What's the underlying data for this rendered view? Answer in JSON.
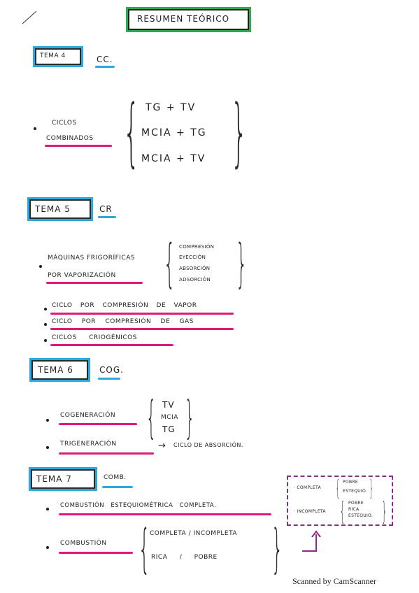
{
  "title": "RESUMEN TEÓRICO",
  "tema4": {
    "label": "TEMA 4",
    "abbr": "CC.",
    "topic": [
      "CICLOS",
      "COMBINADOS"
    ],
    "items": [
      "TG + TV",
      "MCIA + TG",
      "MCIA + TV"
    ]
  },
  "tema5": {
    "label": "TEMA 5",
    "abbr": "CR",
    "topic": [
      "MÁQUINAS FRIGORÍFICAS",
      "POR VAPORIZACIÓN"
    ],
    "items": [
      "COMPRESIÓN",
      "EYECCIÓN",
      "ABSORCIÓN",
      "ADSORCIÓN"
    ],
    "list": [
      "CICLO POR COMPRESIÓN DE VAPOR",
      "CICLO POR COMPRESIÓN DE GAS",
      "CICLOS CRIOGÉNICOS"
    ]
  },
  "tema6": {
    "label": "TEMA 6",
    "abbr": "COG.",
    "cogen": "COGENERACIÓN",
    "cogen_items": [
      "TV",
      "MCIA",
      "TG"
    ],
    "trigen": "TRIGENERACIÓN",
    "arrow": "→",
    "trigen_target": "CICLO DE ABSORCIÓN."
  },
  "tema7": {
    "label": "TEMA 7",
    "abbr": "COMB.",
    "line1": "COMBUSTIÓN ESTEQUIOMÉTRICA COMPLETA.",
    "combustion": "COMBUSTIÓN",
    "comb_items": [
      "COMPLETA / INCOMPLETA",
      "RICA / POBRE"
    ],
    "note": {
      "completa": "· COMPLETA",
      "completa_items": [
        "POBRE",
        "ESTEQUIO."
      ],
      "incompleta": "· INCOMPLETA",
      "incompleta_items": [
        "POBRE",
        "RICA",
        "ESTEQUIO."
      ]
    }
  },
  "footer": "Scanned by CamScanner",
  "colors": {
    "blue": "#29a9e0",
    "pink": "#e0197d",
    "green": "#2fa84f",
    "purple": "#8e2a8a"
  }
}
